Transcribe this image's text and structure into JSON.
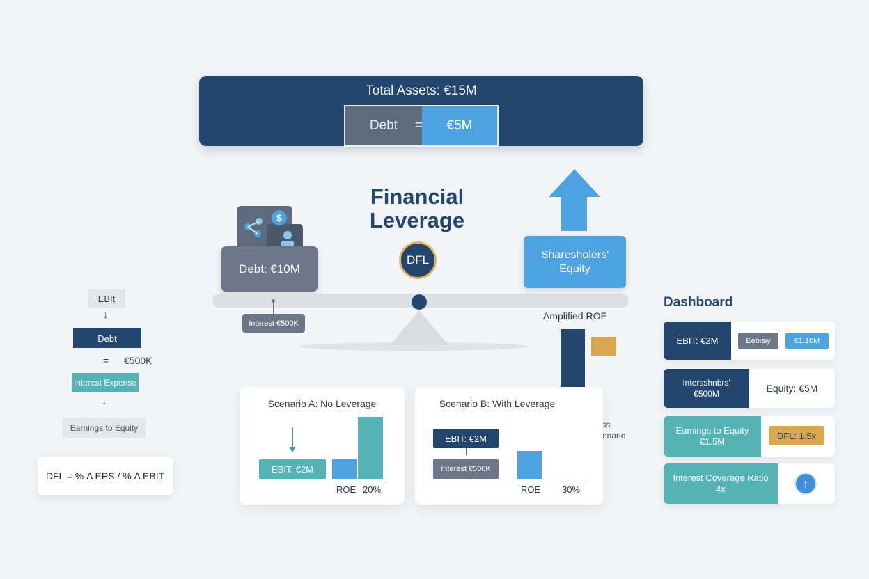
{
  "top": {
    "title": "Total Assets: €15M",
    "left": "Debt",
    "eq": "=",
    "right": "€5M"
  },
  "center": {
    "title_line1": "Financial",
    "title_line2": "Leverage",
    "badge": "DFL"
  },
  "debt_card": {
    "label": "Debt: €10M",
    "dollar": "$",
    "interest": "Interest €500K"
  },
  "equity_card": {
    "line1": "Sharesholers'",
    "line2": "Equity"
  },
  "amplified": {
    "label": "Amplified ROE",
    "loss_line1": "Loss",
    "loss_line2": "Scenario"
  },
  "flow": {
    "ebit": "EBIt",
    "arrow": "↓",
    "debt": "Debt",
    "eq": "=",
    "amount": "€500K",
    "interest": "Interest Expense",
    "earnings": "Earnings to Equity"
  },
  "formula": "DFL = % Δ EPS / % Δ EBIT",
  "scenario_a": {
    "title": "Scenario A: No Leverage",
    "ebit": "EBIT: €2M",
    "roe": "ROE",
    "pct": "20%"
  },
  "scenario_b": {
    "title": "Scenario B: With Leverage",
    "ebit": "EBIT: €2M",
    "interest": "Interest €500K",
    "roe": "ROE",
    "pct": "30%"
  },
  "dashboard": {
    "title": "Dashboard",
    "row1": {
      "left": "EBIT: €2M",
      "pill1": "Eebisiy",
      "pill2": "€1.10M"
    },
    "row2": {
      "left_line1": "Intersshnbrs'",
      "left_line2": "€500M",
      "right": "Equity: €5M"
    },
    "row3": {
      "left_line1": "Eamings to Equity",
      "left_line2": "€1.5M",
      "right": "DFL: 1.5x"
    },
    "row4": {
      "left_line1": "Interest Coverage Ratio",
      "left_line2": "4x",
      "icon": "↑"
    }
  },
  "colors": {
    "navy": "#23466f",
    "blue": "#4da3e0",
    "teal": "#55b3b6",
    "gray": "#6b7788",
    "gold": "#d9a84e"
  }
}
